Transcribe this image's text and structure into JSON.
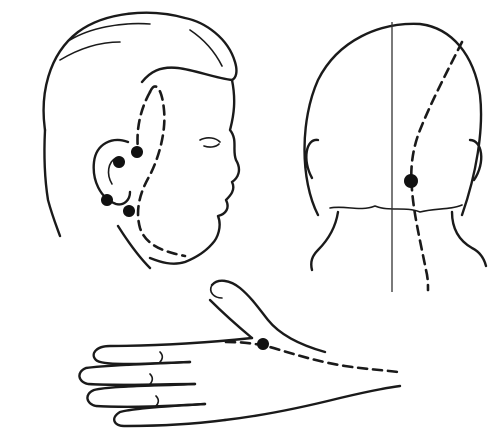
{
  "figure": {
    "panels": [
      {
        "name": "head-profile",
        "points": 4,
        "channel_shape": "dashed"
      },
      {
        "name": "head-back",
        "points": 1,
        "channel_shape": "dashed"
      },
      {
        "name": "hand",
        "points": 1,
        "channel_shape": "dashed"
      }
    ],
    "colors": {
      "ink": "#1a1a1a",
      "point": "#111111",
      "background": "#ffffff"
    }
  }
}
